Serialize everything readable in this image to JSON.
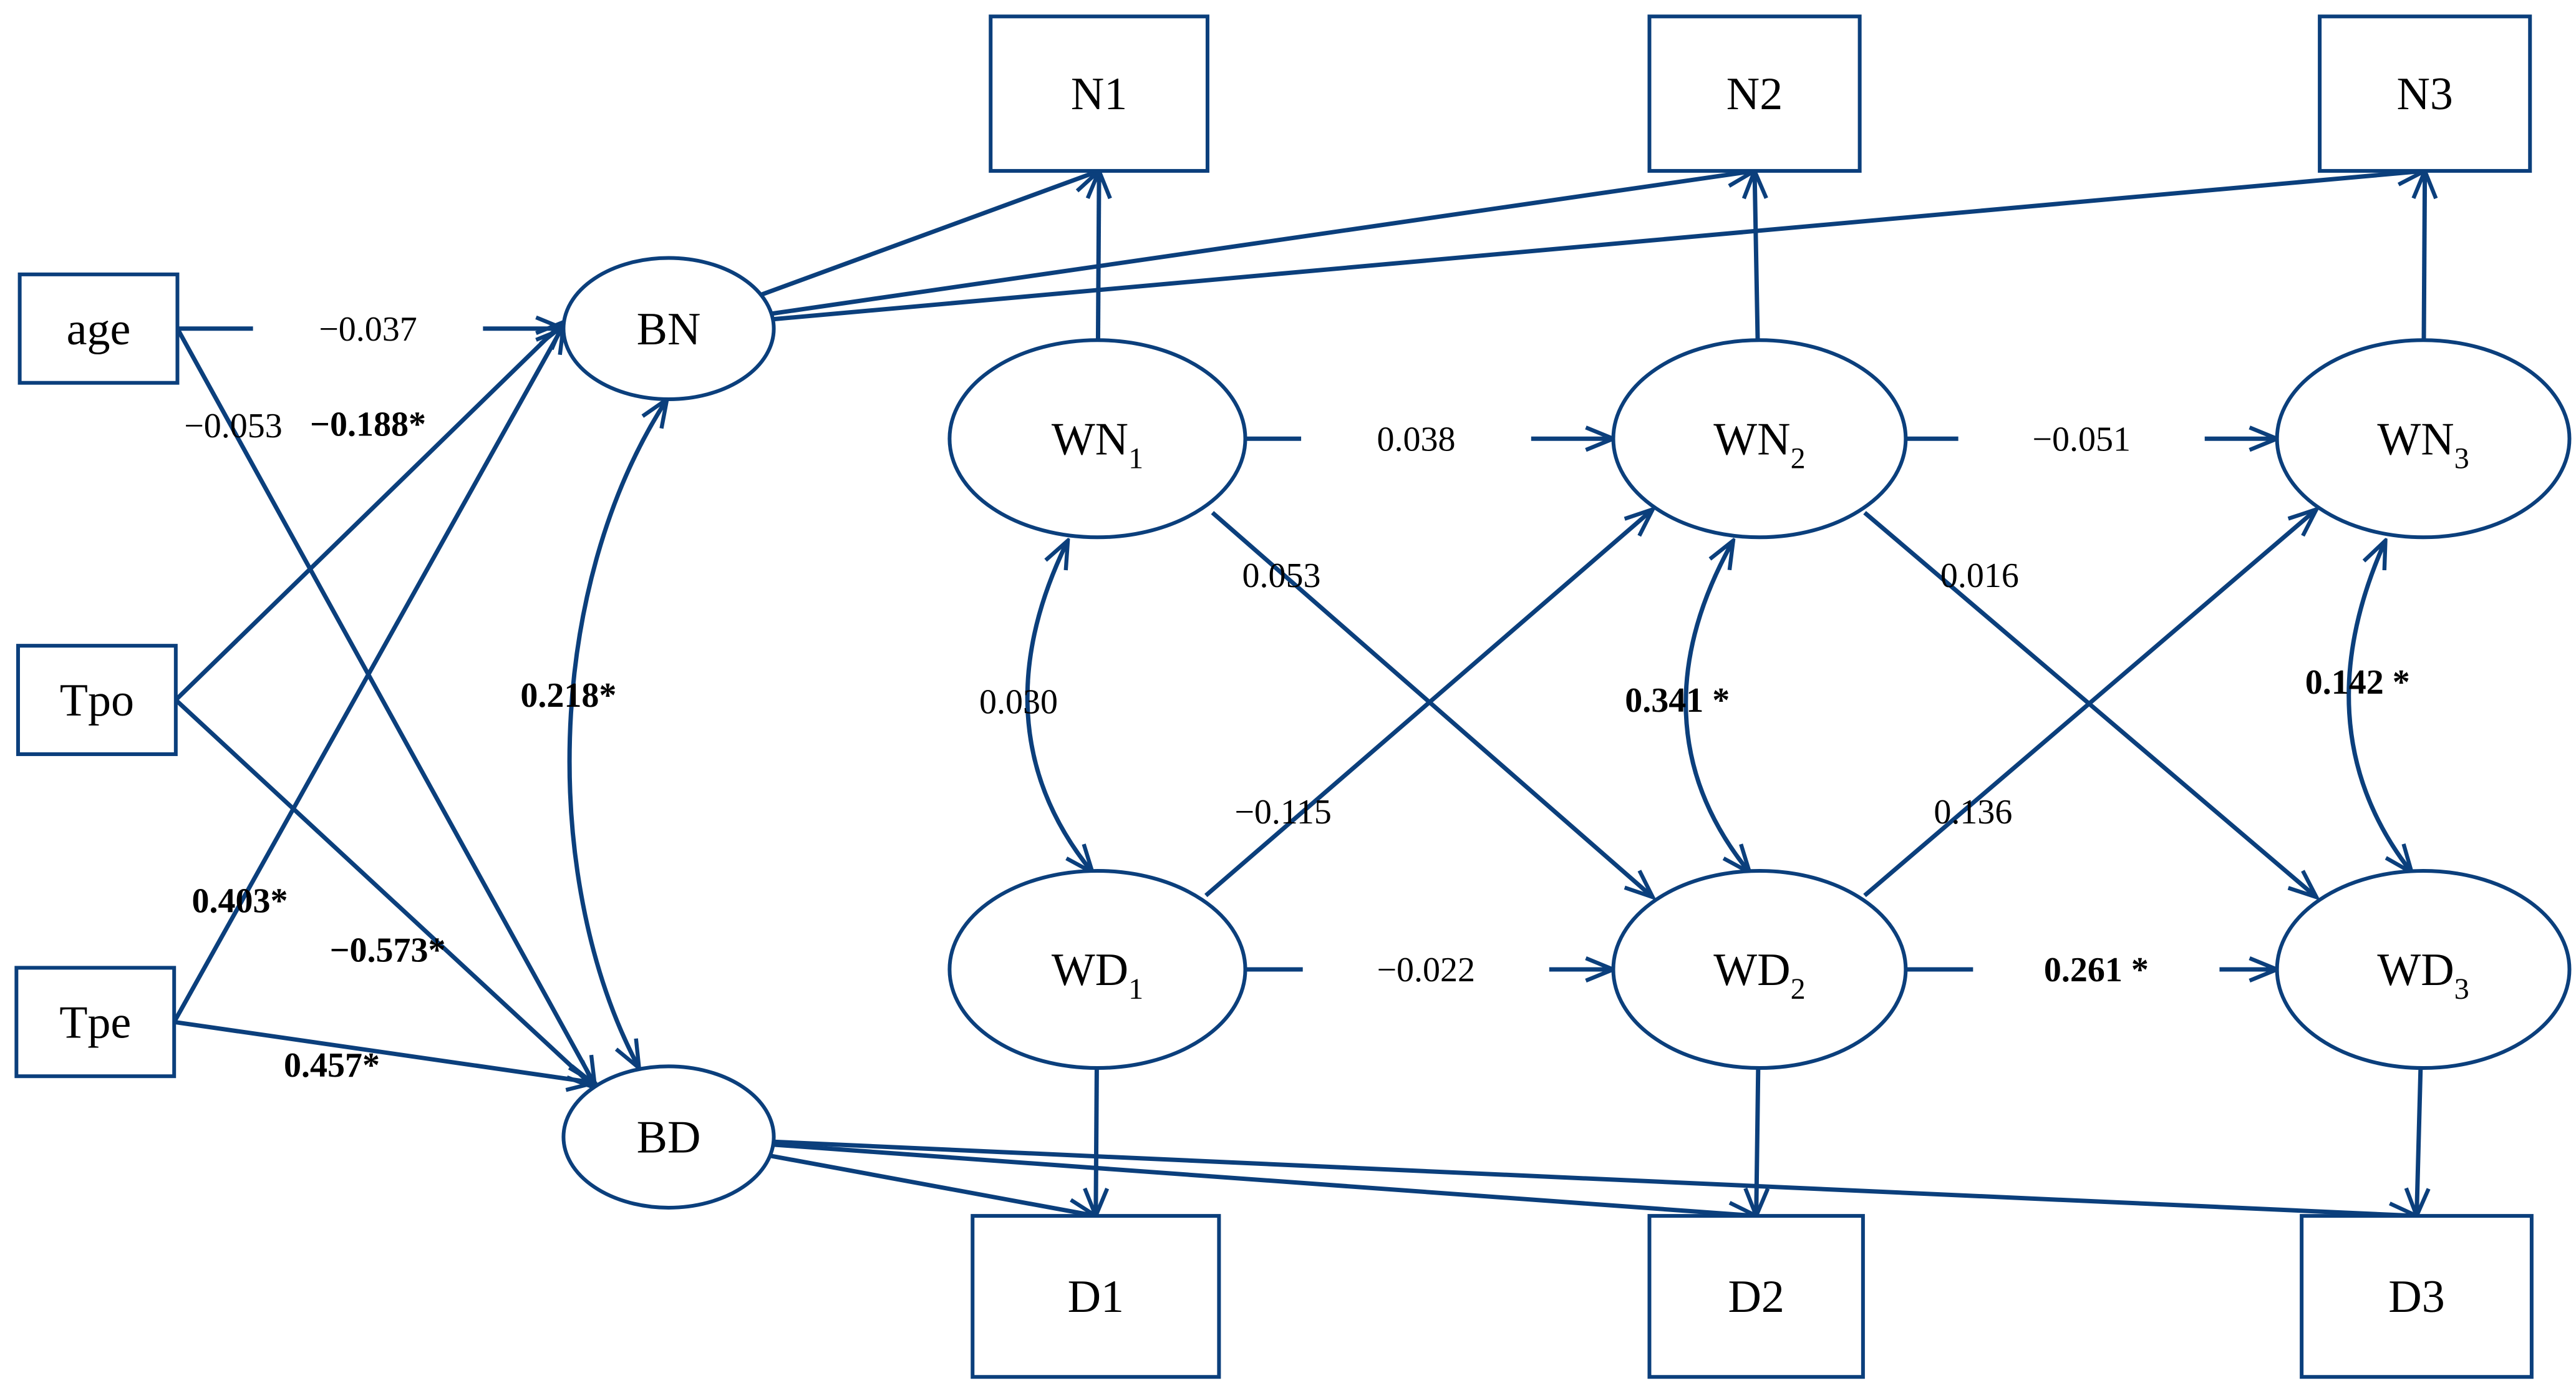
{
  "colors": {
    "line": "#0b3f7c",
    "text": "#000000",
    "background": "#ffffff"
  },
  "nodes": {
    "N1": "N1",
    "N2": "N2",
    "N3": "N3",
    "age": "age",
    "Tpo": "Tpo",
    "Tpe": "Tpe",
    "BN": "BN",
    "BD": "BD",
    "WN1": {
      "main": "WN",
      "sub": "1"
    },
    "WN2": {
      "main": "WN",
      "sub": "2"
    },
    "WN3": {
      "main": "WN",
      "sub": "3"
    },
    "WD1": {
      "main": "WD",
      "sub": "1"
    },
    "WD2": {
      "main": "WD",
      "sub": "2"
    },
    "WD3": {
      "main": "WD",
      "sub": "3"
    },
    "D1": "D1",
    "D2": "D2",
    "D3": "D3"
  },
  "edges": [
    {
      "id": "age-BN",
      "label": "−0.037",
      "bold": false
    },
    {
      "id": "age-BD",
      "label": "−0.053",
      "bold": false
    },
    {
      "id": "Tpo-BN",
      "label": "−0.188*",
      "bold": true
    },
    {
      "id": "Tpo-BD",
      "label": "−0.573*",
      "bold": true
    },
    {
      "id": "Tpe-BN",
      "label": "0.403*",
      "bold": true
    },
    {
      "id": "Tpe-BD",
      "label": "0.457*",
      "bold": true
    },
    {
      "id": "BN-BD",
      "label": "0.218*",
      "bold": true
    },
    {
      "id": "WN1-WN2",
      "label": "0.038",
      "bold": false
    },
    {
      "id": "WN2-WN3",
      "label": "−0.051",
      "bold": false
    },
    {
      "id": "WD1-WD2",
      "label": "−0.022",
      "bold": false
    },
    {
      "id": "WD2-WD3",
      "label": "0.261 *",
      "bold": true
    },
    {
      "id": "WN1-WD2",
      "label": "0.053",
      "bold": false
    },
    {
      "id": "WN2-WD3",
      "label": "0.016",
      "bold": false
    },
    {
      "id": "WD1-WN2",
      "label": "−0.115",
      "bold": false
    },
    {
      "id": "WD2-WN3",
      "label": "0.136",
      "bold": false
    },
    {
      "id": "WN1-WD1",
      "label": "0.030",
      "bold": false
    },
    {
      "id": "WN2-WD2",
      "label": "0.341 *",
      "bold": true
    },
    {
      "id": "WN3-WD3",
      "label": "0.142 *",
      "bold": true
    }
  ]
}
